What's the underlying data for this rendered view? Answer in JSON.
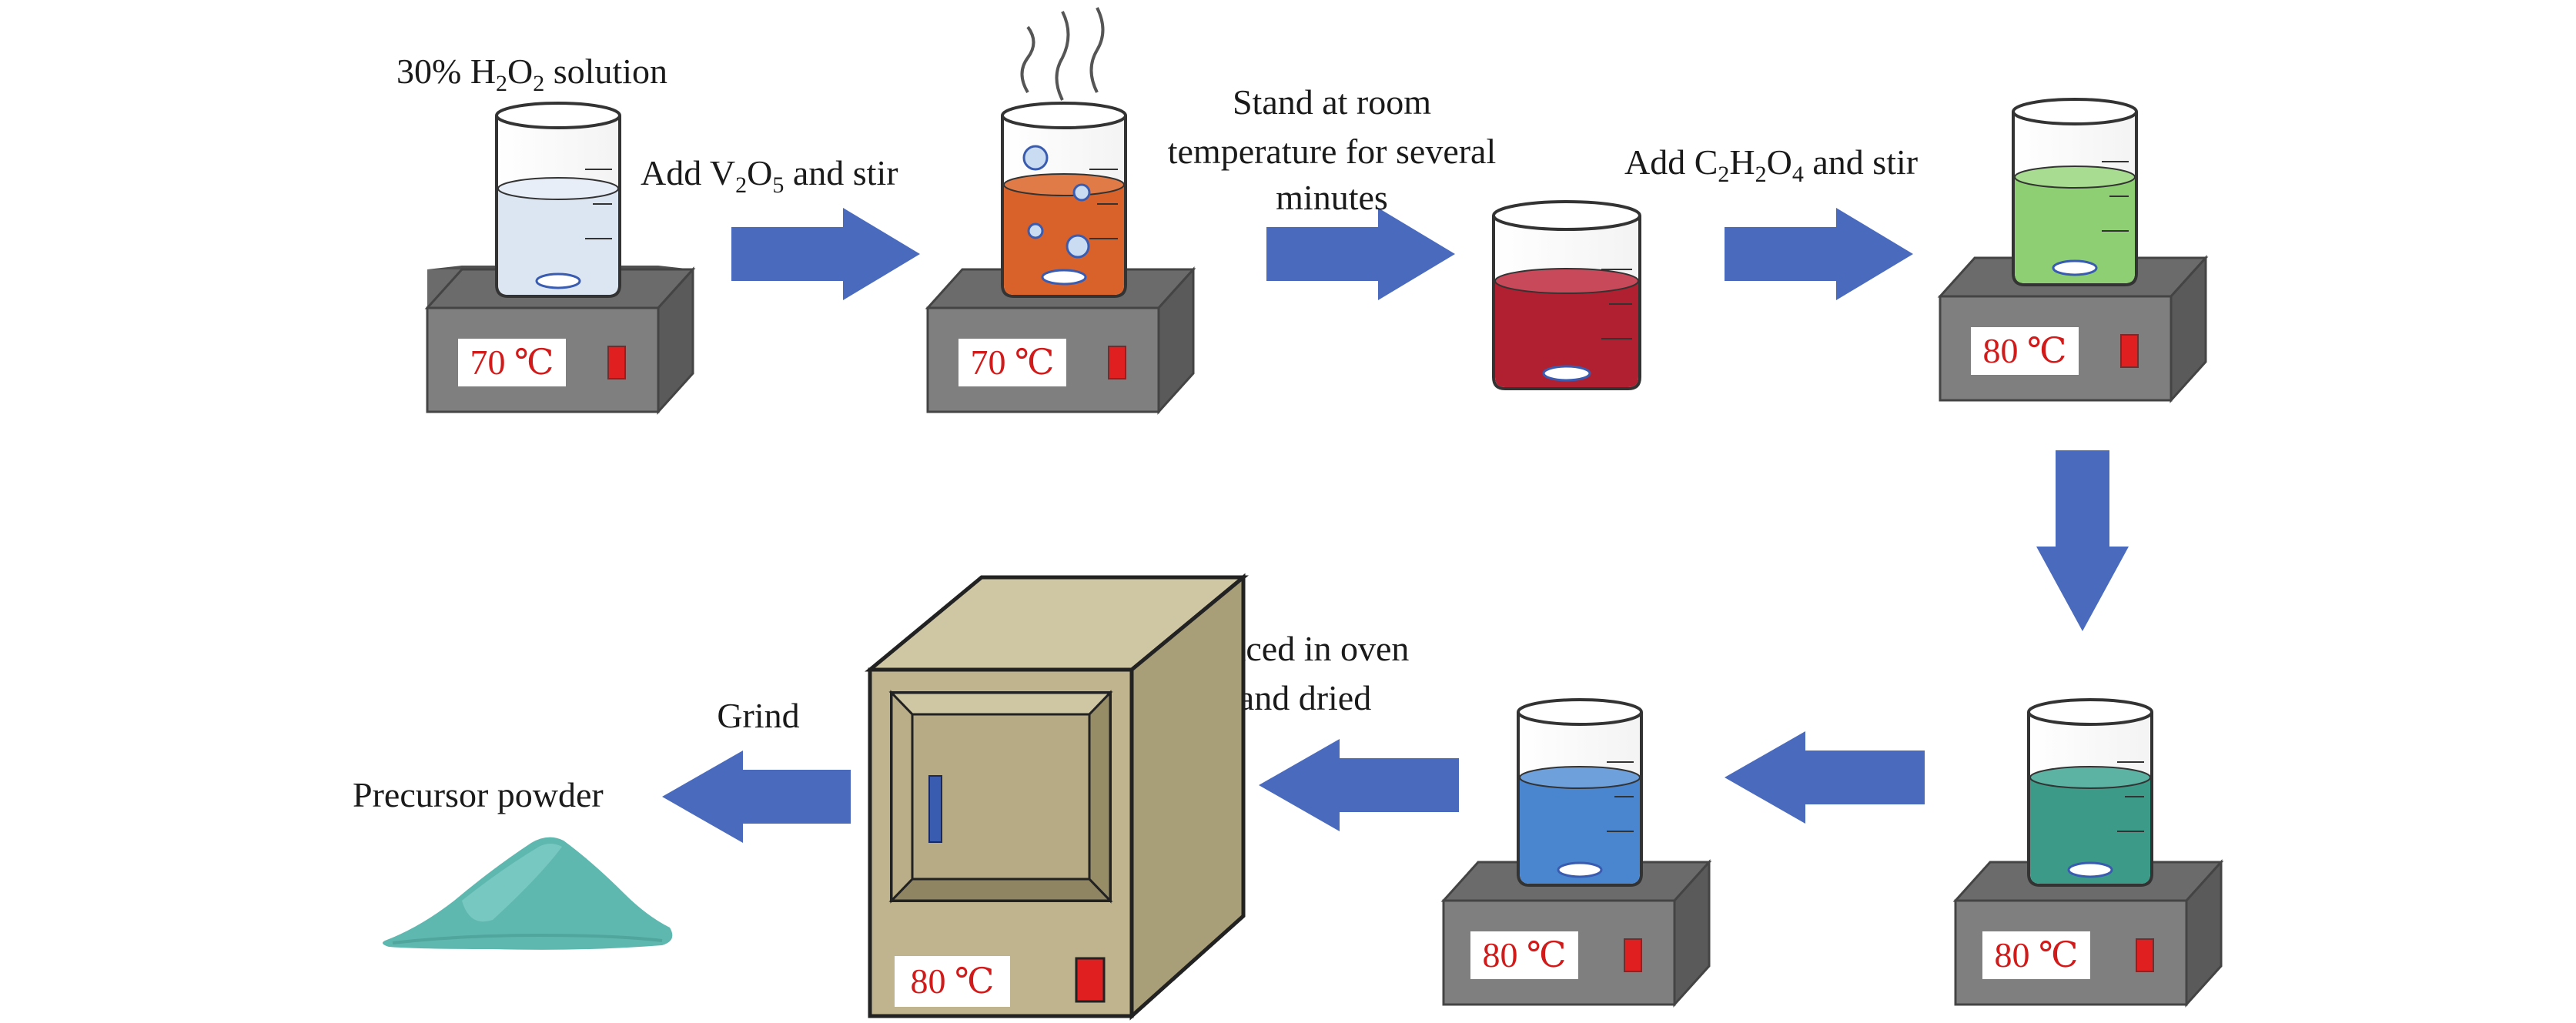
{
  "labels": {
    "h2o2_prefix": "30% H",
    "h2o2_sub1": "2",
    "h2o2_mid": "O",
    "h2o2_sub2": "2",
    "h2o2_suffix": " solution",
    "add_v2o5_prefix": "Add V",
    "add_v2o5_sub1": "2",
    "add_v2o5_mid": "O",
    "add_v2o5_sub2": "5",
    "add_v2o5_suffix": " and stir",
    "stand_line1": "Stand at room",
    "stand_line2": "temperature for several",
    "stand_line3": "minutes",
    "add_oxalic_prefix": "Add C",
    "add_oxalic_sub1": "2",
    "add_oxalic_h": "H",
    "add_oxalic_sub2": "2",
    "add_oxalic_o": "O",
    "add_oxalic_sub3": "4",
    "add_oxalic_suffix": " and stir",
    "oven_line1": "Placed in oven",
    "oven_line2": "and dried",
    "grind": "Grind",
    "precursor": "Precursor powder"
  },
  "temperatures": {
    "step1": "70 ℃",
    "step2": "70 ℃",
    "step4": "80 ℃",
    "step5": "80 ℃",
    "step6": "80 ℃",
    "oven": "80 ℃"
  },
  "colors": {
    "arrow": "#4a6bbd",
    "hotplate_top": "#6b6b6b",
    "hotplate_front": "#7f7f7f",
    "hotplate_side": "#5a5a5a",
    "knob": "#e02020",
    "liquid_h2o2": "#dce6f2",
    "liquid_orange": "#d9622b",
    "liquid_red": "#b02030",
    "liquid_green": "#8fcf73",
    "liquid_teal": "#3c9a88",
    "liquid_blue": "#4a86d0",
    "oven_body": "#bfb48e",
    "powder": "#5fb8b0",
    "temp_text": "#d11a1a"
  }
}
